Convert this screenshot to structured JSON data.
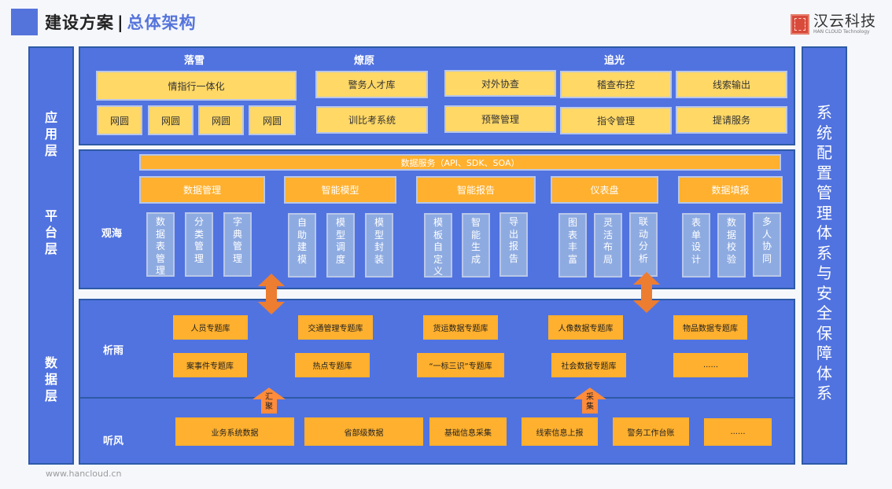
{
  "header": {
    "title": "建设方案",
    "separator": "|",
    "subtitle": "总体架构",
    "logo_cn": "汉云科技",
    "logo_en": "HAN CLOUD Technology",
    "accent_color": "#5574db"
  },
  "left_layers": [
    "应用层",
    "平台层",
    "数据层"
  ],
  "right_column": "系统配置管理体系与安全保障体系",
  "app_layer": {
    "groups": [
      {
        "title": "落雪",
        "main": "情指行一体化",
        "sub": [
          "网圆",
          "网圆",
          "网圆",
          "网圆"
        ]
      },
      {
        "title": "燎原",
        "items": [
          "警务人才库",
          "训比考系统"
        ]
      },
      {
        "title": "追光",
        "items": [
          "对外协查",
          "稽查布控",
          "线索输出",
          "预警管理",
          "指令管理",
          "提请服务"
        ]
      }
    ]
  },
  "platform_layer": {
    "name": "观海",
    "service_bar": "数据服务（API、SDK、SOA）",
    "modules": [
      {
        "title": "数据管理",
        "features": [
          "数据表管理",
          "分类管理",
          "字典管理"
        ]
      },
      {
        "title": "智能模型",
        "features": [
          "自助建模",
          "模型调度",
          "模型封装"
        ]
      },
      {
        "title": "智能报告",
        "features": [
          "模板自定义",
          "智能生成",
          "导出报告"
        ]
      },
      {
        "title": "仪表盘",
        "features": [
          "图表丰富",
          "灵活布局",
          "联动分析"
        ]
      },
      {
        "title": "数据填报",
        "features": [
          "表单设计",
          "数据校验",
          "多人协同"
        ]
      }
    ]
  },
  "data_layer": {
    "xiyu": {
      "name": "析雨",
      "row1": [
        "人员专题库",
        "交通管理专题库",
        "货运数据专题库",
        "人像数据专题库",
        "物品数据专题库"
      ],
      "row2": [
        "案事件专题库",
        "热点专题库",
        "“一标三识”专题库",
        "社会数据专题库",
        "......"
      ]
    },
    "tingfeng": {
      "name": "听风",
      "items": [
        "业务系统数据",
        "省部级数据",
        "基础信息采集",
        "线索信息上报",
        "警务工作台账",
        "......"
      ]
    },
    "arrows": [
      "汇聚",
      "采集"
    ]
  },
  "footer": {
    "url": "www.hancloud.cn"
  }
}
